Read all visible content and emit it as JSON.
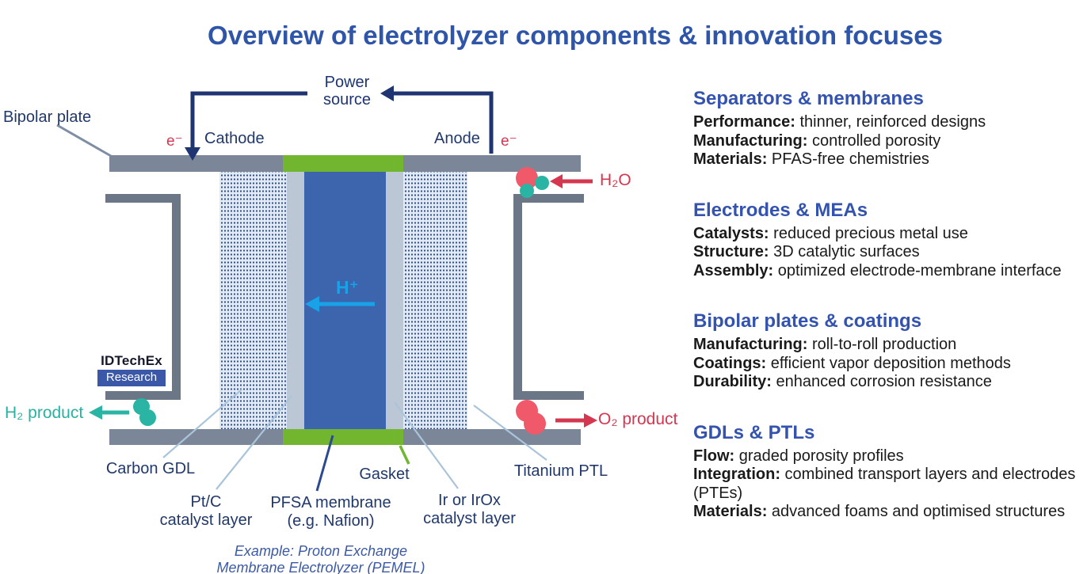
{
  "title": "Overview of electrolyzer components & innovation focuses",
  "diagram": {
    "bipolar_plate_label": "Bipolar plate",
    "power_line1": "Power",
    "power_line2": "source",
    "cathode": "Cathode",
    "anode": "Anode",
    "electron_left": "e⁻",
    "electron_right": "e⁻",
    "h_plus": "H⁺",
    "h2o_label": "H₂O",
    "o2_label": "O₂ product",
    "h2_label": "H₂ product",
    "logo_line1": "IDTechEx",
    "logo_line2": "Research",
    "labels": {
      "carbon_gdl": "Carbon GDL",
      "ptc_line1": "Pt/C",
      "ptc_line2": "catalyst layer",
      "pfsa_line1": "PFSA membrane",
      "pfsa_line2": "(e.g. Nafion)",
      "gasket": "Gasket",
      "ir_line1": "Ir or IrOx",
      "ir_line2": "catalyst layer",
      "titanium_ptl": "Titanium PTL"
    },
    "example_line1": "Example: Proton Exchange",
    "example_line2": "Membrane Electrolyzer (PEMEL)"
  },
  "panel": {
    "sections": [
      {
        "title": "Separators & membranes",
        "items": [
          {
            "label": "Performance:",
            "text": " thinner, reinforced designs"
          },
          {
            "label": "Manufacturing:",
            "text": " controlled porosity"
          },
          {
            "label": "Materials:",
            "text": " PFAS-free chemistries"
          }
        ]
      },
      {
        "title": "Electrodes & MEAs",
        "items": [
          {
            "label": "Catalysts:",
            "text": " reduced precious metal use"
          },
          {
            "label": "Structure:",
            "text": " 3D catalytic surfaces"
          },
          {
            "label": "Assembly:",
            "text": " optimized electrode-membrane interface"
          }
        ]
      },
      {
        "title": "Bipolar plates & coatings",
        "items": [
          {
            "label": "Manufacturing:",
            "text": " roll-to-roll production"
          },
          {
            "label": "Coatings:",
            "text": " efficient vapor deposition methods"
          },
          {
            "label": "Durability:",
            "text": " enhanced corrosion resistance"
          }
        ]
      },
      {
        "title": "GDLs & PTLs",
        "items": [
          {
            "label": "Flow:",
            "text": " graded porosity profiles"
          },
          {
            "label": "Integration:",
            "text": " combined transport layers and electrodes (PTEs)"
          },
          {
            "label": "Materials:",
            "text": " advanced foams and optimised structures"
          }
        ]
      }
    ]
  },
  "colors": {
    "title_blue": "#2f55a8",
    "heading_blue": "#3453ae",
    "label_navy": "#21386b",
    "wire_navy": "#1e3572",
    "red_accent": "#d63750",
    "molecule_red": "#f0596a",
    "teal_accent": "#2ab4a4",
    "plate_gray": "#7b8699",
    "bracket_gray": "#6b7787",
    "membrane_blue": "#3d65ae",
    "catalyst_gray": "#bcc7d6",
    "gdl_background": "#e2eaf6",
    "gdl_dot_navy": "#2c4d92",
    "gasket_green": "#72b62f",
    "proton_blue": "#18a3e9"
  }
}
